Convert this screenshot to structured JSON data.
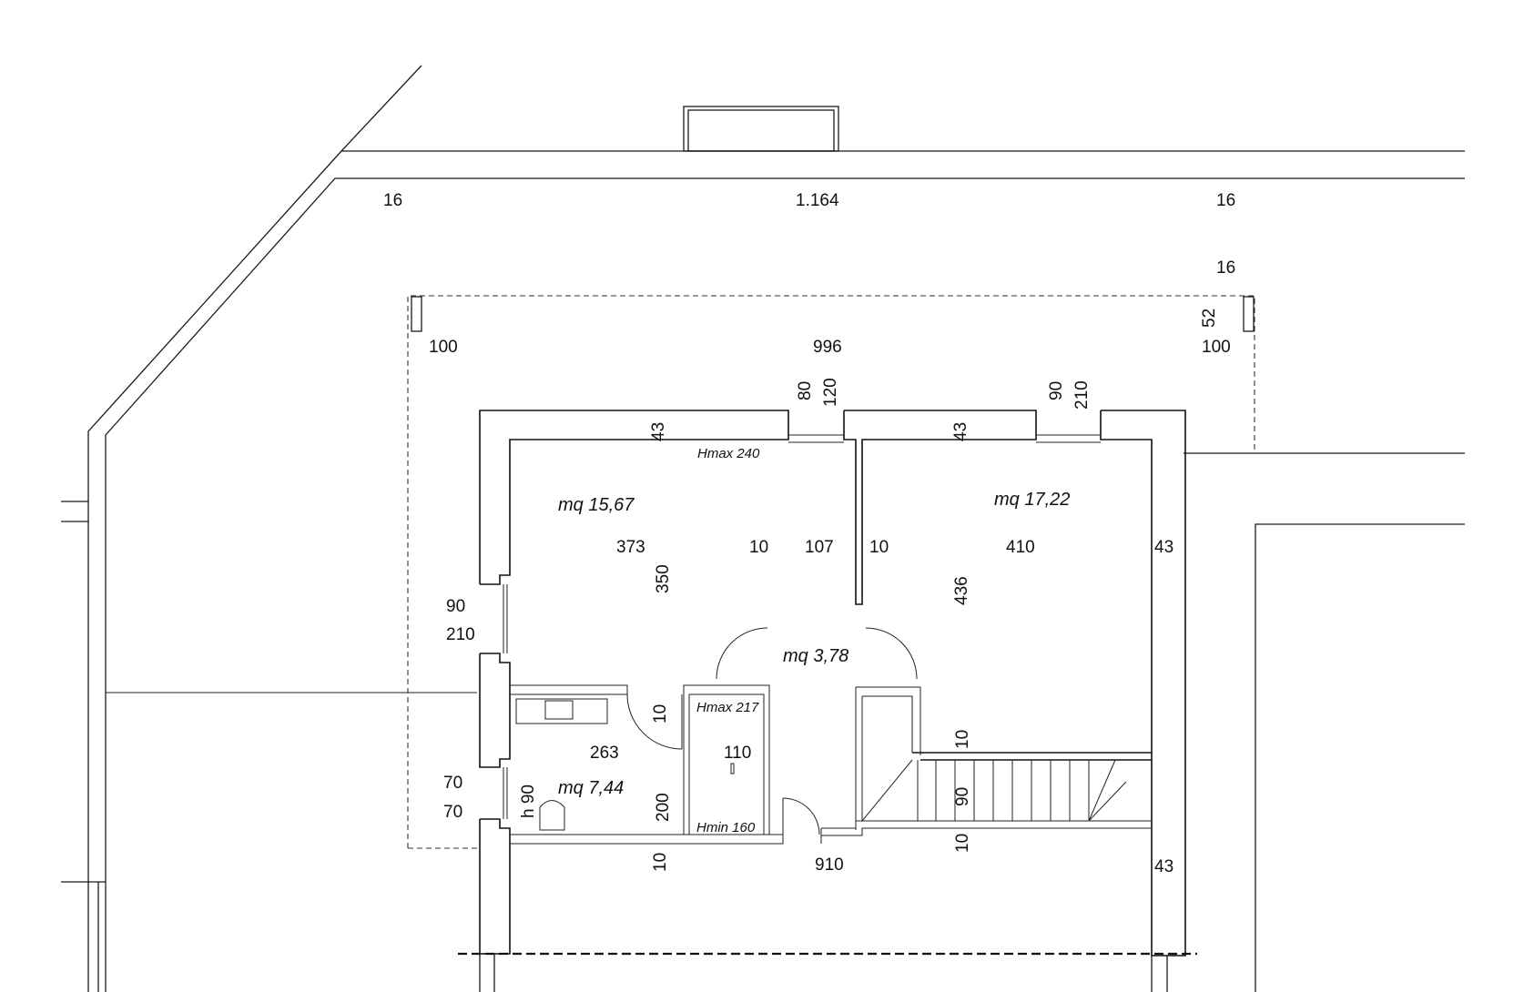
{
  "drawing": {
    "overall": {
      "left_offset": "16",
      "width": "1.164",
      "right_offset": "16",
      "right_offset_2": "16"
    },
    "attic": {
      "span": "996",
      "left_margin": "100",
      "right_margin": "100",
      "right_small": "52"
    },
    "top_windows": [
      {
        "width": "80",
        "height": "120"
      },
      {
        "width": "90",
        "height": "210"
      }
    ],
    "wall_thickness": [
      "43",
      "43",
      "43",
      "43"
    ],
    "heights": {
      "hmax_main": "Hmax 240",
      "hmax_bath": "Hmax 217",
      "hmin_bath": "Hmin 160"
    },
    "rooms": {
      "left": {
        "area": "mq 15,67",
        "width": "373",
        "depth": "350"
      },
      "right": {
        "area": "mq 17,22",
        "width": "410",
        "depth": "436"
      },
      "hall": {
        "area": "mq 3,78"
      },
      "bath": {
        "area": "mq 7,44",
        "width": "263",
        "depth": "200"
      },
      "closet": {
        "width": "110"
      }
    },
    "interior": {
      "partition_a": "10",
      "hall_width": "107",
      "partition_b": "10",
      "stair_width": "90",
      "total_width": "910"
    },
    "left_side": {
      "door_width": "90",
      "door_height": "210",
      "win_a": "70",
      "win_b": "70",
      "sill": "h 90"
    },
    "small_walls": [
      "10",
      "10",
      "10",
      "10"
    ]
  }
}
